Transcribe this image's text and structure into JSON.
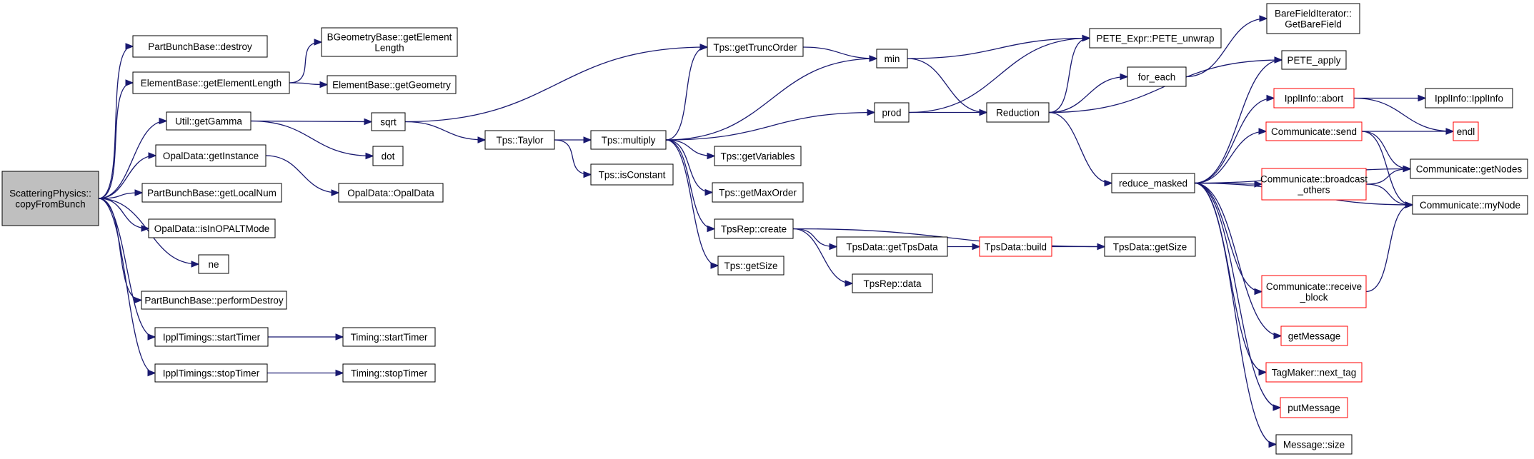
{
  "colors": {
    "edge": "#191970",
    "box_border": "#000000",
    "box_border_incomplete": "#ff0000",
    "root_fill": "#bfbfbf",
    "box_fill": "#ffffff"
  },
  "nodes": [
    {
      "id": "root",
      "lines": [
        "ScatteringPhysics::",
        "copyFromBunch"
      ],
      "style": "root"
    },
    {
      "id": "destroy",
      "lines": [
        "PartBunchBase::destroy"
      ]
    },
    {
      "id": "getElementLength",
      "lines": [
        "ElementBase::getElementLength"
      ]
    },
    {
      "id": "bgGetElementLength",
      "lines": [
        "BGeometryBase::getElement",
        "Length"
      ]
    },
    {
      "id": "getGeometry",
      "lines": [
        "ElementBase::getGeometry"
      ]
    },
    {
      "id": "getGamma",
      "lines": [
        "Util::getGamma"
      ]
    },
    {
      "id": "getInstance",
      "lines": [
        "OpalData::getInstance"
      ]
    },
    {
      "id": "opalData",
      "lines": [
        "OpalData::OpalData"
      ]
    },
    {
      "id": "getLocalNum",
      "lines": [
        "PartBunchBase::getLocalNum"
      ]
    },
    {
      "id": "isInOPALTMode",
      "lines": [
        "OpalData::isInOPALTMode"
      ]
    },
    {
      "id": "ne",
      "lines": [
        "ne"
      ]
    },
    {
      "id": "performDestroy",
      "lines": [
        "PartBunchBase::performDestroy"
      ]
    },
    {
      "id": "ipplStartTimer",
      "lines": [
        "IpplTimings::startTimer"
      ]
    },
    {
      "id": "timingStartTimer",
      "lines": [
        "Timing::startTimer"
      ]
    },
    {
      "id": "ipplStopTimer",
      "lines": [
        "IpplTimings::stopTimer"
      ]
    },
    {
      "id": "timingStopTimer",
      "lines": [
        "Timing::stopTimer"
      ]
    },
    {
      "id": "sqrt",
      "lines": [
        "sqrt"
      ]
    },
    {
      "id": "dot",
      "lines": [
        "dot"
      ]
    },
    {
      "id": "tpsTaylor",
      "lines": [
        "Tps::Taylor"
      ]
    },
    {
      "id": "tpsIsConstant",
      "lines": [
        "Tps::isConstant"
      ]
    },
    {
      "id": "tpsMultiply",
      "lines": [
        "Tps::multiply"
      ]
    },
    {
      "id": "tpsGetTruncOrder",
      "lines": [
        "Tps::getTruncOrder"
      ]
    },
    {
      "id": "tpsGetVariables",
      "lines": [
        "Tps::getVariables"
      ]
    },
    {
      "id": "tpsGetMaxOrder",
      "lines": [
        "Tps::getMaxOrder"
      ]
    },
    {
      "id": "tpsRepCreate",
      "lines": [
        "TpsRep::create"
      ]
    },
    {
      "id": "tpsGetSize",
      "lines": [
        "Tps::getSize"
      ]
    },
    {
      "id": "tpsDataGetTpsData",
      "lines": [
        "TpsData::getTpsData"
      ]
    },
    {
      "id": "tpsRepData",
      "lines": [
        "TpsRep::data"
      ]
    },
    {
      "id": "tpsDataBuild",
      "lines": [
        "TpsData::build"
      ],
      "style": "red"
    },
    {
      "id": "tpsDataGetSize",
      "lines": [
        "TpsData::getSize"
      ]
    },
    {
      "id": "min",
      "lines": [
        "min"
      ]
    },
    {
      "id": "prod",
      "lines": [
        "prod"
      ]
    },
    {
      "id": "reduction",
      "lines": [
        "Reduction"
      ]
    },
    {
      "id": "peteUnwrap",
      "lines": [
        "PETE_Expr::PETE_unwrap"
      ]
    },
    {
      "id": "forEach",
      "lines": [
        "for_each"
      ]
    },
    {
      "id": "bareField",
      "lines": [
        "BareFieldIterator::",
        "GetBareField"
      ]
    },
    {
      "id": "peteApply",
      "lines": [
        "PETE_apply"
      ]
    },
    {
      "id": "reduceMasked",
      "lines": [
        "reduce_masked"
      ]
    },
    {
      "id": "ipplAbort",
      "lines": [
        "IpplInfo::abort"
      ],
      "style": "red"
    },
    {
      "id": "ipplInfo",
      "lines": [
        "IpplInfo::IpplInfo"
      ]
    },
    {
      "id": "endl",
      "lines": [
        "endl"
      ],
      "style": "red"
    },
    {
      "id": "commSend",
      "lines": [
        "Communicate::send"
      ],
      "style": "red"
    },
    {
      "id": "commGetNodes",
      "lines": [
        "Communicate::getNodes"
      ]
    },
    {
      "id": "commBroadcast",
      "lines": [
        "Communicate::broadcast",
        "_others"
      ],
      "style": "red"
    },
    {
      "id": "commMyNode",
      "lines": [
        "Communicate::myNode"
      ]
    },
    {
      "id": "commReceive",
      "lines": [
        "Communicate::receive",
        "_block"
      ],
      "style": "red"
    },
    {
      "id": "getMessage",
      "lines": [
        "getMessage"
      ],
      "style": "red"
    },
    {
      "id": "nextTag",
      "lines": [
        "TagMaker::next_tag"
      ],
      "style": "red"
    },
    {
      "id": "putMessage",
      "lines": [
        "putMessage"
      ],
      "style": "red"
    },
    {
      "id": "messageSize",
      "lines": [
        "Message::size"
      ]
    }
  ],
  "edges": [
    [
      "root",
      "destroy"
    ],
    [
      "root",
      "getElementLength"
    ],
    [
      "root",
      "getGamma"
    ],
    [
      "root",
      "getInstance"
    ],
    [
      "root",
      "getLocalNum"
    ],
    [
      "root",
      "isInOPALTMode"
    ],
    [
      "root",
      "ne"
    ],
    [
      "root",
      "performDestroy"
    ],
    [
      "root",
      "ipplStartTimer"
    ],
    [
      "root",
      "ipplStopTimer"
    ],
    [
      "getElementLength",
      "bgGetElementLength"
    ],
    [
      "getElementLength",
      "getGeometry"
    ],
    [
      "getGamma",
      "sqrt"
    ],
    [
      "getGamma",
      "dot"
    ],
    [
      "getInstance",
      "opalData"
    ],
    [
      "ipplStartTimer",
      "timingStartTimer"
    ],
    [
      "ipplStopTimer",
      "timingStopTimer"
    ],
    [
      "sqrt",
      "tpsGetTruncOrder"
    ],
    [
      "sqrt",
      "tpsTaylor"
    ],
    [
      "tpsTaylor",
      "tpsMultiply"
    ],
    [
      "tpsTaylor",
      "tpsIsConstant"
    ],
    [
      "tpsMultiply",
      "tpsGetTruncOrder"
    ],
    [
      "tpsMultiply",
      "min"
    ],
    [
      "tpsMultiply",
      "prod"
    ],
    [
      "tpsMultiply",
      "tpsGetVariables"
    ],
    [
      "tpsMultiply",
      "tpsGetMaxOrder"
    ],
    [
      "tpsMultiply",
      "tpsRepCreate"
    ],
    [
      "tpsMultiply",
      "tpsGetSize"
    ],
    [
      "tpsGetTruncOrder",
      "min"
    ],
    [
      "tpsRepCreate",
      "tpsDataGetTpsData"
    ],
    [
      "tpsRepCreate",
      "tpsDataGetSize"
    ],
    [
      "tpsRepCreate",
      "tpsRepData"
    ],
    [
      "tpsDataGetTpsData",
      "tpsDataBuild"
    ],
    [
      "tpsDataBuild",
      "tpsDataGetSize"
    ],
    [
      "min",
      "peteUnwrap"
    ],
    [
      "min",
      "reduction"
    ],
    [
      "prod",
      "peteUnwrap"
    ],
    [
      "prod",
      "reduction"
    ],
    [
      "reduction",
      "peteUnwrap"
    ],
    [
      "reduction",
      "forEach"
    ],
    [
      "reduction",
      "peteApply"
    ],
    [
      "reduction",
      "reduceMasked"
    ],
    [
      "forEach",
      "bareField"
    ],
    [
      "reduceMasked",
      "peteApply"
    ],
    [
      "reduceMasked",
      "ipplAbort"
    ],
    [
      "reduceMasked",
      "commSend"
    ],
    [
      "reduceMasked",
      "commGetNodes"
    ],
    [
      "reduceMasked",
      "commBroadcast"
    ],
    [
      "reduceMasked",
      "commMyNode"
    ],
    [
      "reduceMasked",
      "commReceive"
    ],
    [
      "reduceMasked",
      "getMessage"
    ],
    [
      "reduceMasked",
      "nextTag"
    ],
    [
      "reduceMasked",
      "putMessage"
    ],
    [
      "reduceMasked",
      "messageSize"
    ],
    [
      "ipplAbort",
      "ipplInfo"
    ],
    [
      "ipplAbort",
      "endl"
    ],
    [
      "commSend",
      "endl"
    ],
    [
      "commSend",
      "commGetNodes"
    ],
    [
      "commSend",
      "commMyNode"
    ],
    [
      "commBroadcast",
      "commGetNodes"
    ],
    [
      "commBroadcast",
      "commMyNode"
    ],
    [
      "commReceive",
      "commMyNode"
    ]
  ]
}
